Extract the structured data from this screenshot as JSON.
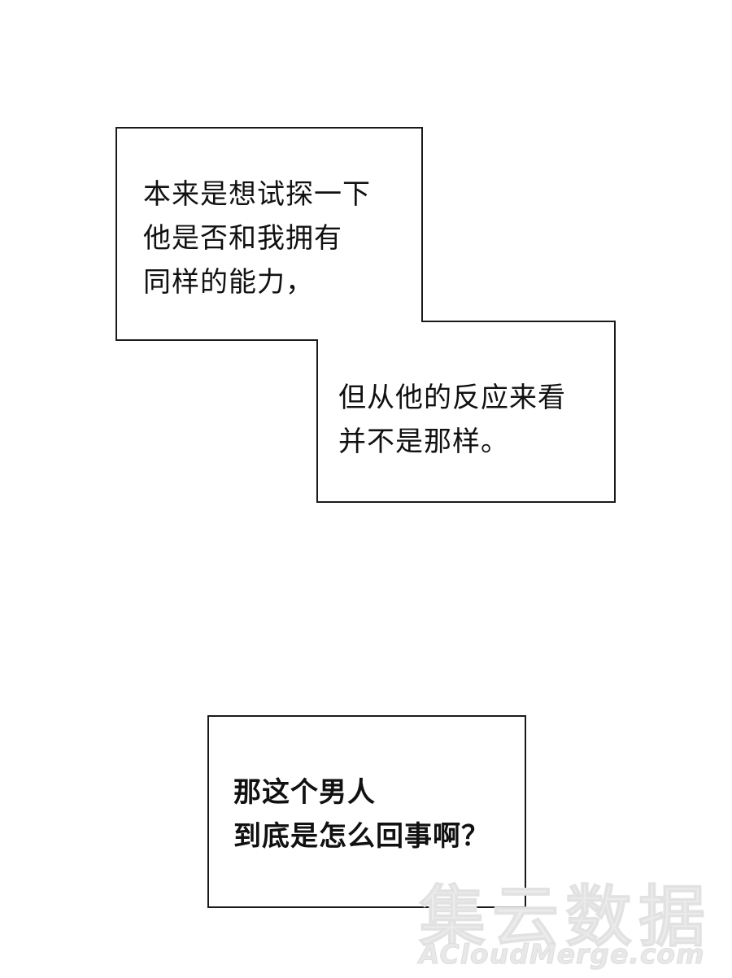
{
  "captions": {
    "first": {
      "lines": [
        "本来是想试探一下",
        "他是否和我拥有",
        "同样的能力，"
      ]
    },
    "second": {
      "lines": [
        "但从他的反应来看",
        "并不是那样。"
      ]
    },
    "third": {
      "lines": [
        "那这个男人",
        "到底是怎么回事啊？"
      ]
    }
  },
  "watermark": {
    "cjk_text": "集云数据",
    "latin_text": "ACloudMerge.com"
  },
  "colors": {
    "background": "#ffffff",
    "border": "#1a1a1a",
    "text": "#111111",
    "watermark": "#ececec"
  }
}
